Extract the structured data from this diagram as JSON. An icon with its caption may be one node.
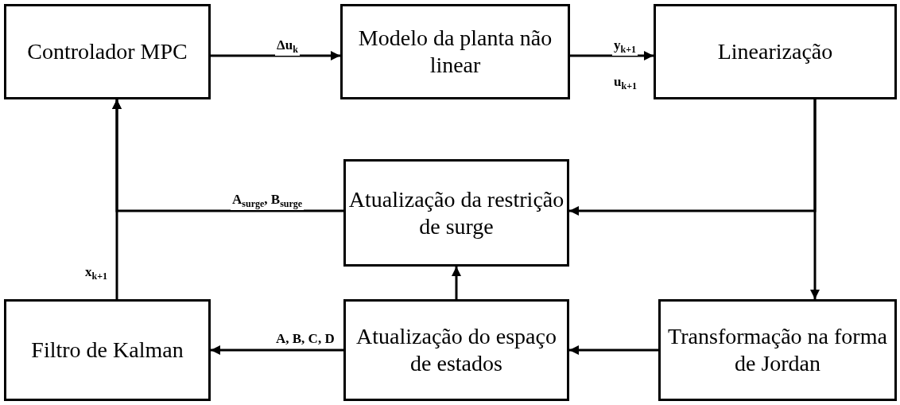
{
  "diagram": {
    "nodes": [
      {
        "text": [
          "Controlador MPC"
        ]
      },
      {
        "text": [
          "Modelo da planta não linear"
        ]
      },
      {
        "text": [
          "Linearização"
        ]
      },
      {
        "text": [
          "Atualização da restrição de surge"
        ]
      },
      {
        "text": [
          "Filtro de Kalman"
        ]
      },
      {
        "text": [
          "Atualização do espaço de estados"
        ]
      },
      {
        "text": [
          "Transformação na forma de Jordan"
        ]
      }
    ],
    "edges": [
      {
        "from": 0,
        "to": 1,
        "arrow": "to",
        "label": "Δu$_{k}$"
      },
      {
        "from": 1,
        "to": 2,
        "arrow": "to",
        "label": "y$_{k+1}$"
      },
      {
        "from": 2,
        "to": 6,
        "arrow": "to"
      },
      {
        "from": 2,
        "to": 3,
        "arrow": "to"
      },
      {
        "from": 6,
        "to": 5,
        "arrow": "to"
      },
      {
        "from": 5,
        "to": 4,
        "arrow": "to",
        "label": "A, B, C, D"
      },
      {
        "from": 5,
        "to": 3,
        "arrow": "to"
      },
      {
        "from": 3,
        "to": 0,
        "arrow": "to",
        "label": "A$_{surge}$, B$_{surge}$"
      },
      {
        "from": 4,
        "to": 0,
        "arrow": "to",
        "label": "x$_{k+1}$"
      }
    ],
    "labels": [
      "u$_{k+1}$"
    ]
  }
}
